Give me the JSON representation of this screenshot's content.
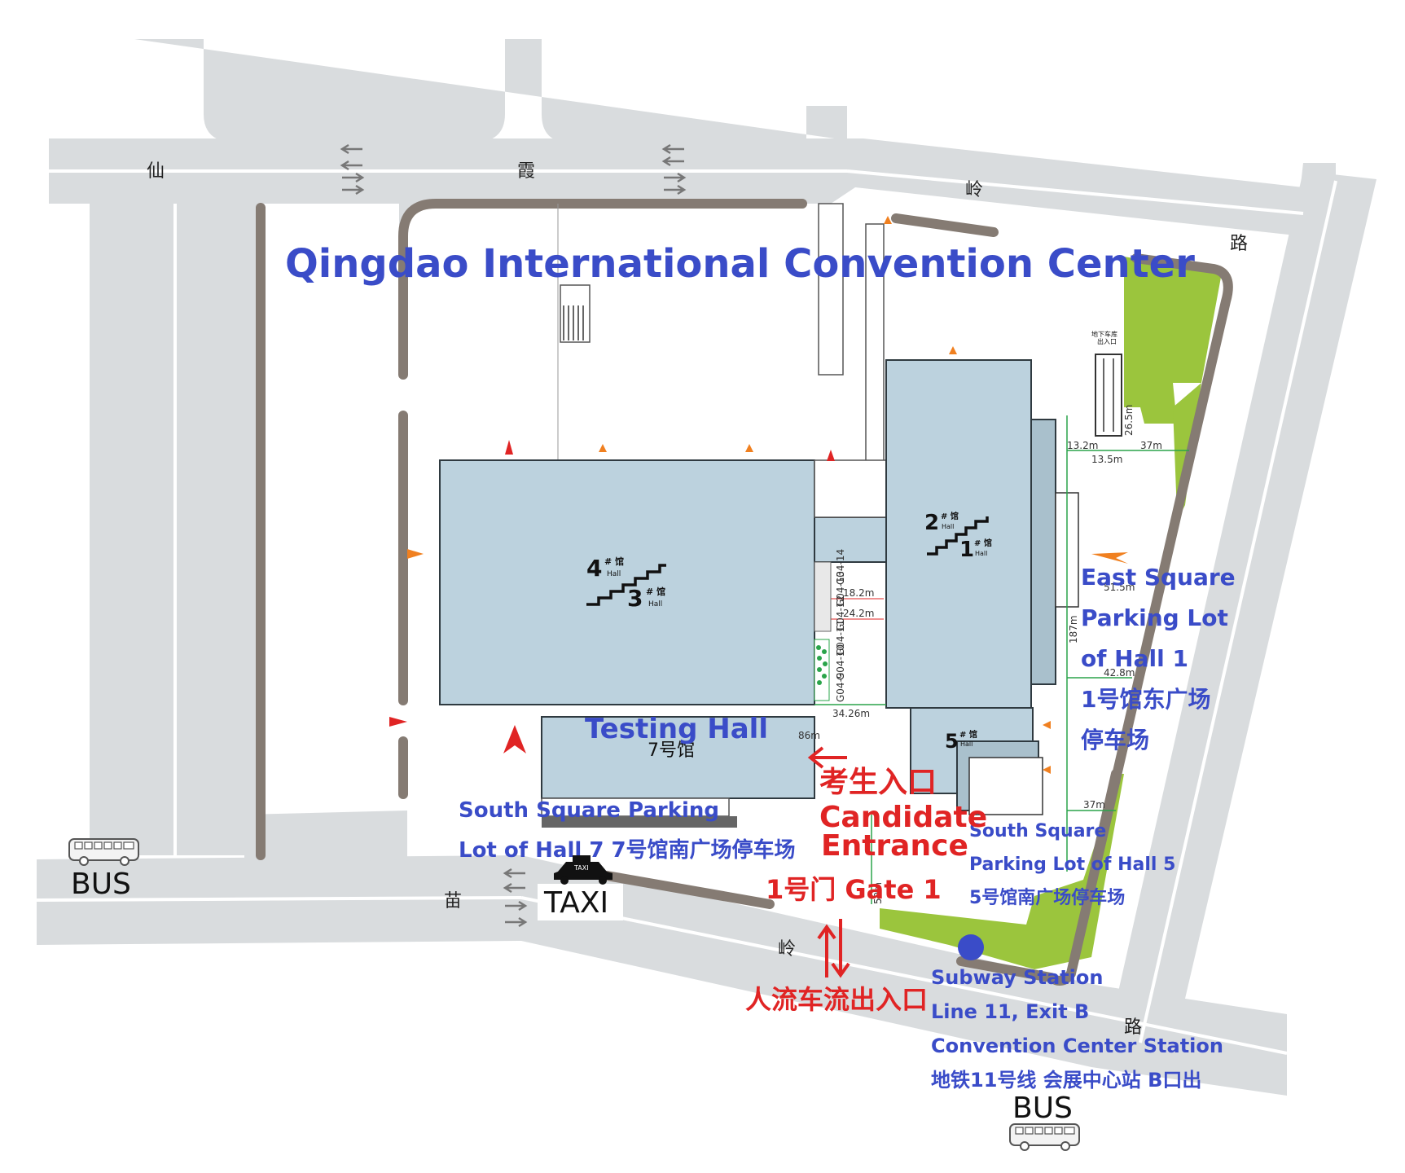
{
  "title": "Qingdao International Convention Center",
  "roads": {
    "north": [
      "仙",
      "霞",
      "岭",
      "路"
    ],
    "south": [
      "苗",
      "岭",
      "路"
    ]
  },
  "halls": {
    "h4_num": "4",
    "h3_num": "3",
    "h2_num": "2",
    "h1_num": "1",
    "h5_num": "5",
    "hash_guan": "# 馆",
    "hall_en": "Hall",
    "h7_cn": "7号馆"
  },
  "labels": {
    "testing_hall": "Testing Hall",
    "east_parking": [
      "East Square",
      "Parking Lot",
      "of Hall 1",
      "1号馆东广场",
      "停车场"
    ],
    "south_parking_7": [
      "South Square Parking",
      "Lot of Hall 7 7号馆南广场停车场"
    ],
    "south_parking_5": [
      "South Square",
      "Parking Lot of Hall 5",
      "5号馆南广场停车场"
    ],
    "candidate_entrance": [
      "考生入口",
      "Candidate",
      "Entrance"
    ],
    "gate": "1号门 Gate 1",
    "flow_entrance": "人流车流出入口",
    "subway": [
      "Subway Station",
      "Line 11, Exit B",
      "Convention Center Station",
      "地铁11号线 会展中心站 B口出"
    ],
    "bus": "BUS",
    "taxi": "TAXI",
    "taxi_sign": "TAXI",
    "garage": [
      "地下车库",
      "出入口"
    ]
  },
  "dimensions": {
    "d1": "13.2m",
    "d2": "13.5m",
    "d3": "26.5m",
    "d4": "37m",
    "d5": "51.5m",
    "d6": "187m",
    "d7": "42.8m",
    "d8": "18.2m",
    "d9": "24.2m",
    "d10": "34.26m",
    "d11": "86m",
    "d12": "37m",
    "d13": "50m",
    "c1": "G04-14",
    "c2": "G04-13",
    "c3": "G04-12",
    "c4": "G04-11",
    "c5": "G04-10",
    "c6": "G04-9"
  },
  "colors": {
    "road": "#d9dcde",
    "hall": "#bcd2de",
    "green": "#9bc53d",
    "blue_label": "#3a4cc8",
    "red_label": "#e02424",
    "curb": "#857b73"
  }
}
